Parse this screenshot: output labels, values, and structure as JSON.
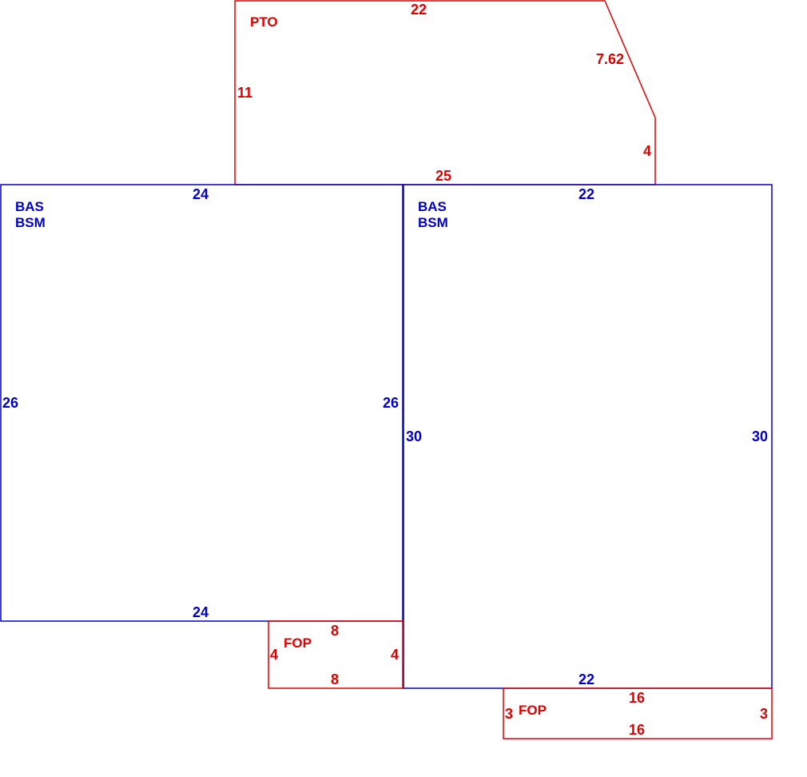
{
  "colors": {
    "living": "#0000cc",
    "other": "#e00000",
    "background": "#ffffff"
  },
  "pto": {
    "label": "PTO",
    "dims": {
      "top": "22",
      "left": "11",
      "diagonal": "7.62",
      "right": "4",
      "bottom": "25"
    }
  },
  "bas_left": {
    "label_line1": "BAS",
    "label_line2": "BSM",
    "dims": {
      "top": "24",
      "bottom": "24",
      "left": "26",
      "right": "26"
    }
  },
  "bas_right": {
    "label_line1": "BAS",
    "label_line2": "BSM",
    "dims": {
      "top": "22",
      "bottom": "22",
      "left": "30",
      "right": "30"
    }
  },
  "fop_small": {
    "label": "FOP",
    "dims": {
      "top": "8",
      "bottom": "8",
      "left": "4",
      "right": "4"
    }
  },
  "fop_large": {
    "label": "FOP",
    "dims": {
      "top": "16",
      "bottom": "16",
      "left": "3",
      "right": "3"
    }
  }
}
